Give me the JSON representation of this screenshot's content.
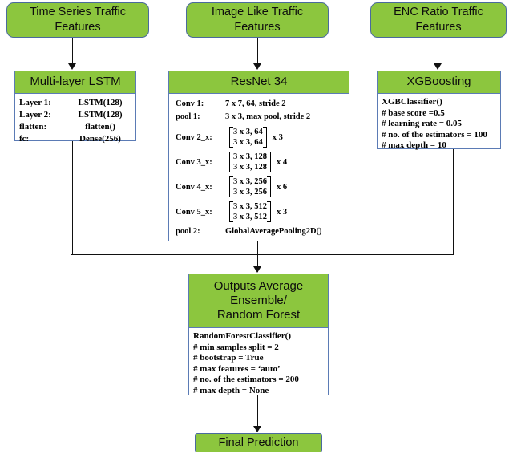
{
  "diagram": {
    "title": "Multi-branch traffic classification model architecture",
    "colors": {
      "accent_green": "#8CC63E",
      "box_border": "#5B7BB5",
      "input_border": "#4A6A9E",
      "connector": "#111111",
      "body_background": "#FFFFFF"
    }
  },
  "inputs": [
    {
      "id": "time-series",
      "label": "Time Series Traffic Features"
    },
    {
      "id": "image-like",
      "label": "Image Like Traffic Features"
    },
    {
      "id": "enc-ratio",
      "label": "ENC Ratio Traffic Features"
    }
  ],
  "lstm": {
    "header": "Multi-layer LSTM",
    "rows": [
      {
        "key": "Layer 1:",
        "value": "LSTM(128)"
      },
      {
        "key": "Layer 2:",
        "value": "LSTM(128)"
      },
      {
        "key": "flatten:",
        "value": "flatten()"
      },
      {
        "key": "fc:",
        "value": "Dense(256)"
      }
    ]
  },
  "resnet": {
    "header": "ResNet 34",
    "simple_rows": [
      {
        "key": "Conv 1:",
        "value": "7 x 7, 64, stride 2"
      },
      {
        "key": "pool 1:",
        "value": "3 x 3, max pool, stride 2"
      }
    ],
    "block_rows": [
      {
        "key": "Conv 2_x:",
        "line1": "3 x 3, 64",
        "line2": "3 x 3, 64",
        "mult": "x 3"
      },
      {
        "key": "Conv 3_x:",
        "line1": "3 x 3, 128",
        "line2": "3 x 3, 128",
        "mult": "x 4"
      },
      {
        "key": "Conv 4_x:",
        "line1": "3 x 3, 256",
        "line2": "3 x 3, 256",
        "mult": "x 6"
      },
      {
        "key": "Conv 5_x:",
        "line1": "3 x 3, 512",
        "line2": "3 x 3, 512",
        "mult": "x 3"
      }
    ],
    "pool2": {
      "key": "pool 2:",
      "value": "GlobalAveragePooling2D()"
    }
  },
  "xgboost": {
    "header": "XGBoosting",
    "lines": [
      "XGBClassifier()",
      "# base score =0.5",
      "# learning rate = 0.05",
      "# no. of the estimators = 100",
      "# max depth = 10"
    ]
  },
  "ensemble": {
    "header_line1": "Outputs Average",
    "header_line2": "Ensemble/",
    "header_line3": "Random Forest",
    "lines": [
      "RandomForestClassifier()",
      "# min samples split = 2",
      "# bootstrap = True",
      "# max features = ‘auto’",
      "# no. of the estimators = 200",
      "# max depth = None"
    ]
  },
  "output": {
    "label": "Final Prediction"
  }
}
